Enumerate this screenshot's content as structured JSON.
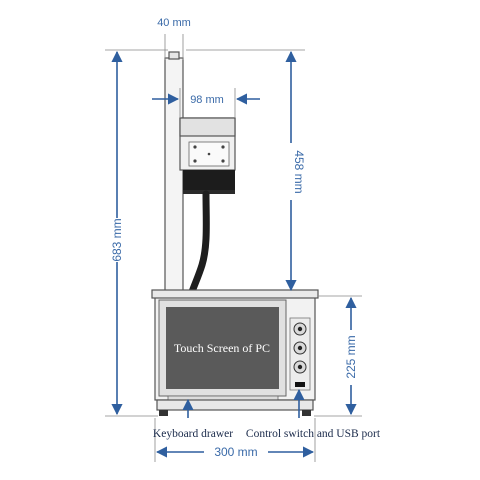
{
  "dimensions": {
    "top_width": "40 mm",
    "head_width": "98 mm",
    "total_height": "683 mm",
    "pillar_height": "458 mm",
    "base_height": "225 mm",
    "base_width": "300 mm"
  },
  "labels": {
    "screen": "Touch Screen of PC",
    "keyboard": "Keyboard drawer",
    "control": "Control switch and USB port"
  },
  "colors": {
    "arrow": "#2f5f9f",
    "screen": "#5a5a5a",
    "body": "#f2f2f2"
  }
}
